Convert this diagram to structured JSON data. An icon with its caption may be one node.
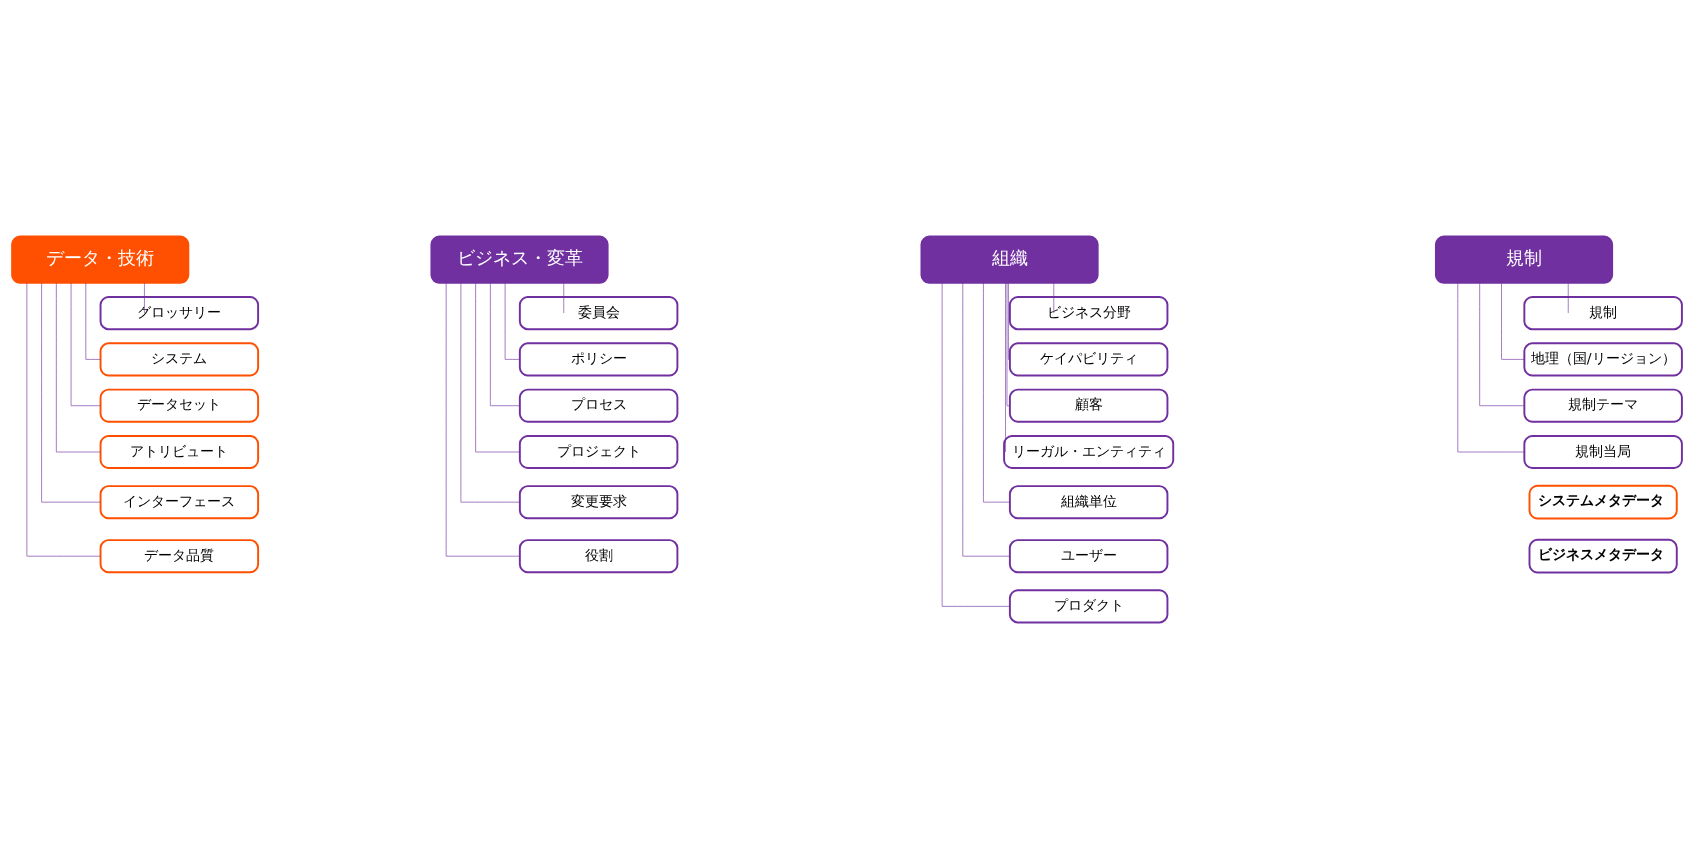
{
  "diagram": {
    "nodes": [
      {
        "text": [
          "データ・技術"
        ]
      },
      {
        "text": [
          "グロッサリー"
        ]
      },
      {
        "text": [
          "システム"
        ]
      },
      {
        "text": [
          "データセット"
        ]
      },
      {
        "text": [
          "アトリビュート"
        ]
      },
      {
        "text": [
          "インターフェース"
        ]
      },
      {
        "text": [
          "データ品質"
        ]
      },
      {
        "text": [
          "ビジネス・変革"
        ]
      },
      {
        "text": [
          "委員会"
        ]
      },
      {
        "text": [
          "ポリシー"
        ]
      },
      {
        "text": [
          "プロセス"
        ]
      },
      {
        "text": [
          "プロジェクト"
        ]
      },
      {
        "text": [
          "変更要求"
        ]
      },
      {
        "text": [
          "役割"
        ]
      },
      {
        "text": [
          "組織"
        ]
      },
      {
        "text": [
          "ビジネス分野"
        ]
      },
      {
        "text": [
          "ケイパビリティ"
        ]
      },
      {
        "text": [
          "顧客"
        ]
      },
      {
        "text": [
          "リーガル・エンティティ"
        ]
      },
      {
        "text": [
          "組織単位"
        ]
      },
      {
        "text": [
          "ユーザー"
        ]
      },
      {
        "text": [
          "プロダクト"
        ]
      },
      {
        "text": [
          "規制"
        ]
      },
      {
        "text": [
          "規制"
        ]
      },
      {
        "text": [
          "地理（国/リージョン）"
        ]
      },
      {
        "text": [
          "規制テーマ"
        ]
      },
      {
        "text": [
          "規制当局"
        ]
      }
    ],
    "edges": [
      {
        "from": 0,
        "to": 1,
        "arrow": "none"
      },
      {
        "from": 0,
        "to": 2,
        "arrow": "none"
      },
      {
        "from": 0,
        "to": 3,
        "arrow": "none"
      },
      {
        "from": 0,
        "to": 4,
        "arrow": "none"
      },
      {
        "from": 0,
        "to": 5,
        "arrow": "none"
      },
      {
        "from": 0,
        "to": 6,
        "arrow": "none"
      },
      {
        "from": 7,
        "to": 8,
        "arrow": "none"
      },
      {
        "from": 7,
        "to": 9,
        "arrow": "none"
      },
      {
        "from": 7,
        "to": 10,
        "arrow": "none"
      },
      {
        "from": 7,
        "to": 11,
        "arrow": "none"
      },
      {
        "from": 7,
        "to": 12,
        "arrow": "none"
      },
      {
        "from": 7,
        "to": 13,
        "arrow": "none"
      },
      {
        "from": 14,
        "to": 15,
        "arrow": "none"
      },
      {
        "from": 14,
        "to": 16,
        "arrow": "none"
      },
      {
        "from": 14,
        "to": 17,
        "arrow": "none"
      },
      {
        "from": 14,
        "to": 18,
        "arrow": "none"
      },
      {
        "from": 14,
        "to": 19,
        "arrow": "none"
      },
      {
        "from": 14,
        "to": 20,
        "arrow": "none"
      },
      {
        "from": 14,
        "to": 21,
        "arrow": "none"
      },
      {
        "from": 22,
        "to": 23,
        "arrow": "none"
      },
      {
        "from": 22,
        "to": 24,
        "arrow": "none"
      },
      {
        "from": 22,
        "to": 25,
        "arrow": "none"
      },
      {
        "from": 22,
        "to": 26,
        "arrow": "none"
      }
    ],
    "legend": [
      {
        "text": "システムメタデータ",
        "color": "#ff4f00"
      },
      {
        "text": "ビジネスメタデータ",
        "color": "#7030a0"
      }
    ]
  }
}
